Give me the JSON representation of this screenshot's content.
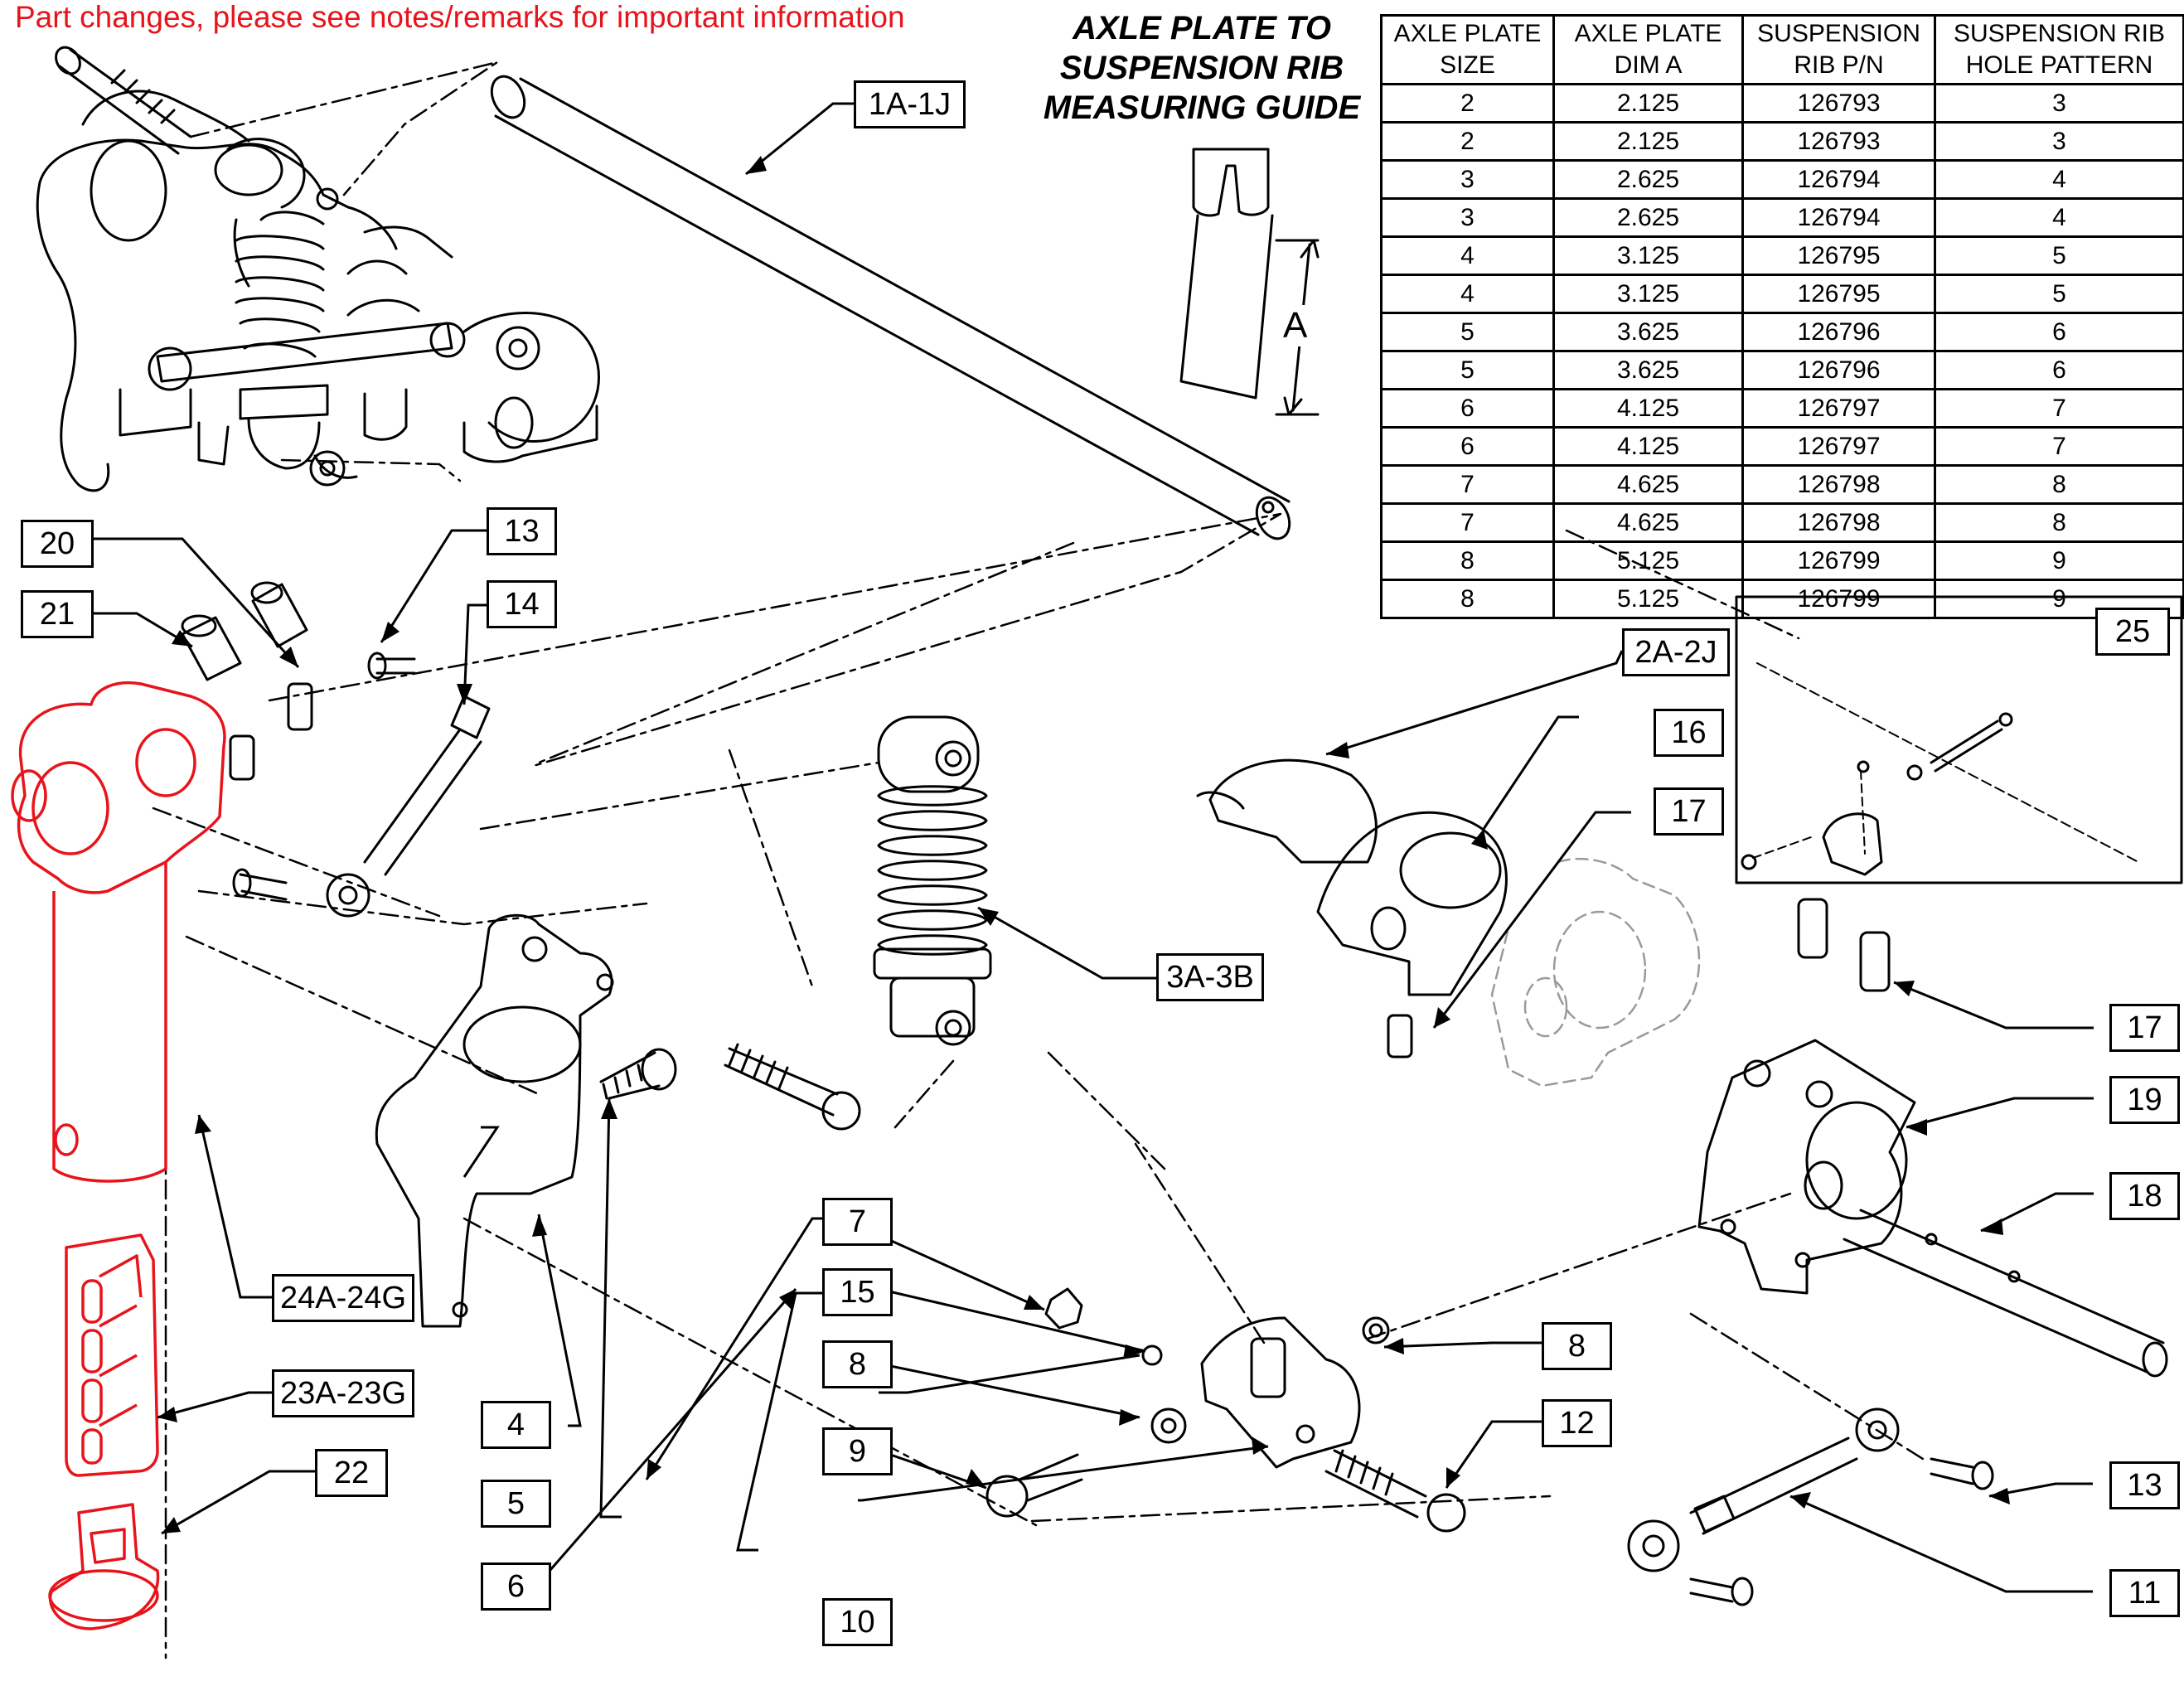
{
  "notice": "Part changes, please see notes/remarks for important information",
  "guide": {
    "title_lines": [
      "AXLE PLATE TO",
      "SUSPENSION RIB",
      "MEASURING GUIDE"
    ],
    "dimension_label": "A"
  },
  "table": {
    "headers": [
      [
        "AXLE PLATE",
        "SIZE"
      ],
      [
        "AXLE PLATE",
        "DIM A"
      ],
      [
        "SUSPENSION",
        "RIB P/N"
      ],
      [
        "SUSPENSION RIB",
        "HOLE PATTERN"
      ]
    ],
    "rows": [
      [
        "2",
        "2.125",
        "126793",
        "3"
      ],
      [
        "2",
        "2.125",
        "126793",
        "3"
      ],
      [
        "3",
        "2.625",
        "126794",
        "4"
      ],
      [
        "3",
        "2.625",
        "126794",
        "4"
      ],
      [
        "4",
        "3.125",
        "126795",
        "5"
      ],
      [
        "4",
        "3.125",
        "126795",
        "5"
      ],
      [
        "5",
        "3.625",
        "126796",
        "6"
      ],
      [
        "5",
        "3.625",
        "126796",
        "6"
      ],
      [
        "6",
        "4.125",
        "126797",
        "7"
      ],
      [
        "6",
        "4.125",
        "126797",
        "7"
      ],
      [
        "7",
        "4.625",
        "126798",
        "8"
      ],
      [
        "7",
        "4.625",
        "126798",
        "8"
      ],
      [
        "8",
        "5.125",
        "126799",
        "9"
      ],
      [
        "8",
        "5.125",
        "126799",
        "9"
      ]
    ]
  },
  "callouts": [
    {
      "id": "1A-1J"
    },
    {
      "id": "2A-2J"
    },
    {
      "id": "3A-3B"
    },
    {
      "id": "4"
    },
    {
      "id": "5"
    },
    {
      "id": "6"
    },
    {
      "id": "7"
    },
    {
      "id": "8"
    },
    {
      "id": "8"
    },
    {
      "id": "9"
    },
    {
      "id": "10"
    },
    {
      "id": "11"
    },
    {
      "id": "12"
    },
    {
      "id": "13"
    },
    {
      "id": "13"
    },
    {
      "id": "14"
    },
    {
      "id": "15"
    },
    {
      "id": "16"
    },
    {
      "id": "17"
    },
    {
      "id": "17"
    },
    {
      "id": "18"
    },
    {
      "id": "19"
    },
    {
      "id": "20"
    },
    {
      "id": "21"
    },
    {
      "id": "22"
    },
    {
      "id": "23A-23G"
    },
    {
      "id": "24A-24G"
    },
    {
      "id": "25"
    }
  ],
  "colors": {
    "highlight": "#e8141b",
    "line": "#000000",
    "ghost": "#9a9a9a"
  }
}
